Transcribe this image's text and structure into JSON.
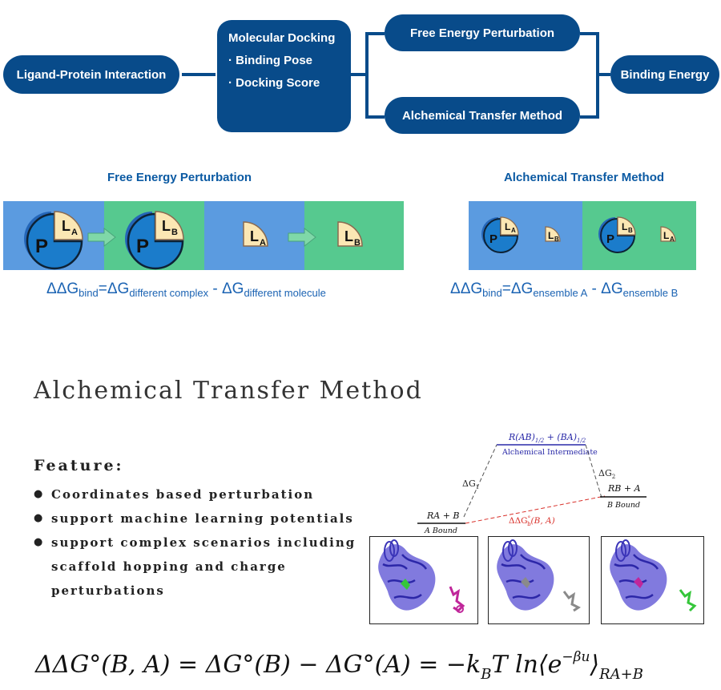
{
  "workflow": {
    "start": "Ligand-Protein Interaction",
    "docking": {
      "title": "Molecular Docking",
      "items": [
        "· Binding Pose",
        "· Docking Score"
      ]
    },
    "fep": "Free Energy Perturbation",
    "atm": "Alchemical Transfer Method",
    "end": "Binding Energy"
  },
  "fep_panel": {
    "title": "Free Energy Perturbation",
    "label_p": "P",
    "label_la": "L",
    "sub_a": "A",
    "sub_b": "B",
    "eq": {
      "dd": "ΔΔG",
      "bind": "bind",
      "eq": "=ΔG",
      "s1": "different complex",
      "mid": " - ΔG",
      "s2": "different molecule"
    }
  },
  "atm_panel": {
    "title": "Alchemical Transfer Method",
    "eq": {
      "dd": "ΔΔG",
      "bind": "bind",
      "eq": "=ΔG",
      "s1": "ensemble A",
      "mid": " - ΔG",
      "s2": "ensemble B"
    }
  },
  "section": {
    "heading": "Alchemical Transfer Method",
    "feature_title": "Feature:",
    "features": [
      "Coordinates based perturbation",
      "support machine learning potentials",
      "support complex scenarios including scaffold hopping and charge perturbations"
    ]
  },
  "energy_diagram": {
    "top_label": "R(AB)",
    "top_sub1": "1/2",
    "top_plus": " + (BA)",
    "top_sub2": "1/2",
    "top_caption": "Alchemical Intermediate",
    "dg1": "ΔG",
    "dg1_sub": "1",
    "dg2": "ΔG",
    "dg2_sub": "2",
    "left_label": "RA + B",
    "left_caption": "A Bound",
    "right_label": "RB + A",
    "right_caption": "B Bound",
    "ddg": "ΔΔG",
    "ddg_sup": "°",
    "ddg_sub": "b",
    "ddg_args": "(B, A)",
    "colors": {
      "top": "#2a2aa8",
      "diag": "#d9312b",
      "level": "#111111"
    }
  },
  "formula": {
    "lhs": "ΔΔG°(B, A) = ΔG°(B) − ΔG°(A) = −k",
    "kb_sub": "B",
    "mid": "T ln⟨e",
    "exp": "−βu",
    "close": "⟩",
    "sub": "RA+B"
  },
  "colors": {
    "navy": "#084b8a",
    "blue_bg": "#5b9be0",
    "green_bg": "#56c98f",
    "ligand": "#fbe7b4",
    "protein": "#1b7ccb",
    "arrow": "#7fd8a8"
  }
}
